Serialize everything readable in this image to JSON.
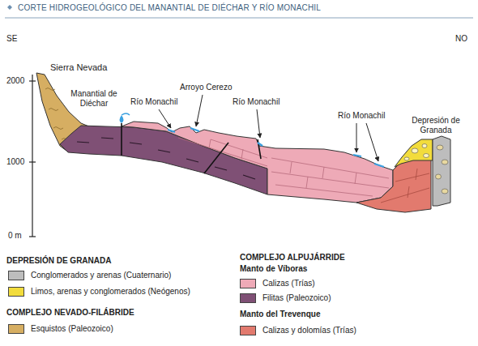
{
  "diagram": {
    "title": "CORTE HIDROGEOLÓGICO DEL MANANTIAL DE DIÉCHAR Y RÍO MONACHIL",
    "labels": [
      "SE",
      "NO",
      "2000",
      "1000",
      "0 m",
      "Sierra Nevada",
      "Manantial de Diéchar",
      "Arroyo Cerezo",
      "Río Monachil",
      "Río Monachil",
      "Río Monachil",
      "Depresión de Granada",
      "DEPRESIÓN DE GRANADA",
      "COMPLEJO NEVADO-FILÁBRIDE",
      "COMPLEJO ALPUJÁRRIDE",
      "Manto de Víboras",
      "Manto del Trevenque"
    ],
    "legend": [
      {
        "text": "Conglomerados y arenas (Cuaternario)",
        "color": "#bdbdbd"
      },
      {
        "text": "Limos, arenas y conglomerados (Neógenos)",
        "color": "#f2dc3c"
      },
      {
        "text": "Esquistos (Paleozoico)",
        "color": "#d6ae62"
      },
      {
        "text": "Calizas (Trías)",
        "color": "#eeaab7"
      },
      {
        "text": "Filitas (Paleozoico)",
        "color": "#7f5075"
      },
      {
        "text": "Calizas y dolomías (Trías)",
        "color": "#e27a6e"
      }
    ]
  }
}
